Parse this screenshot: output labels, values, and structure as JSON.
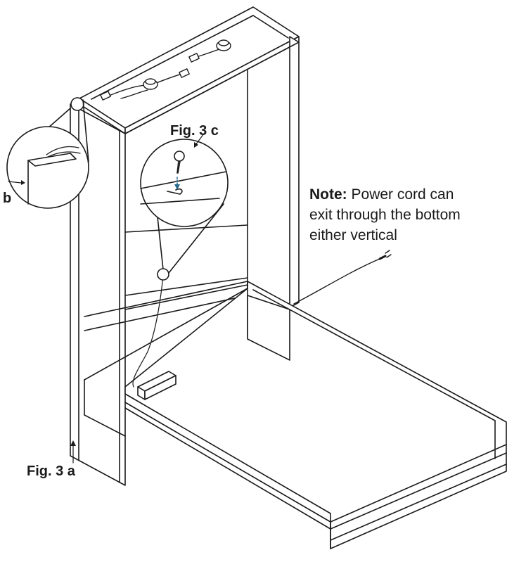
{
  "labels": {
    "fig3c": "Fig. 3 c",
    "fig3a": "Fig. 3 a",
    "fig3b_fragment": "b"
  },
  "note": {
    "heading": "Note:",
    "line1": "Power cord can",
    "line2": "exit through the bottom",
    "line3": "either vertical"
  },
  "colors": {
    "ink": "#1a1a1a",
    "guide_arrow": "#2b6a8e"
  }
}
